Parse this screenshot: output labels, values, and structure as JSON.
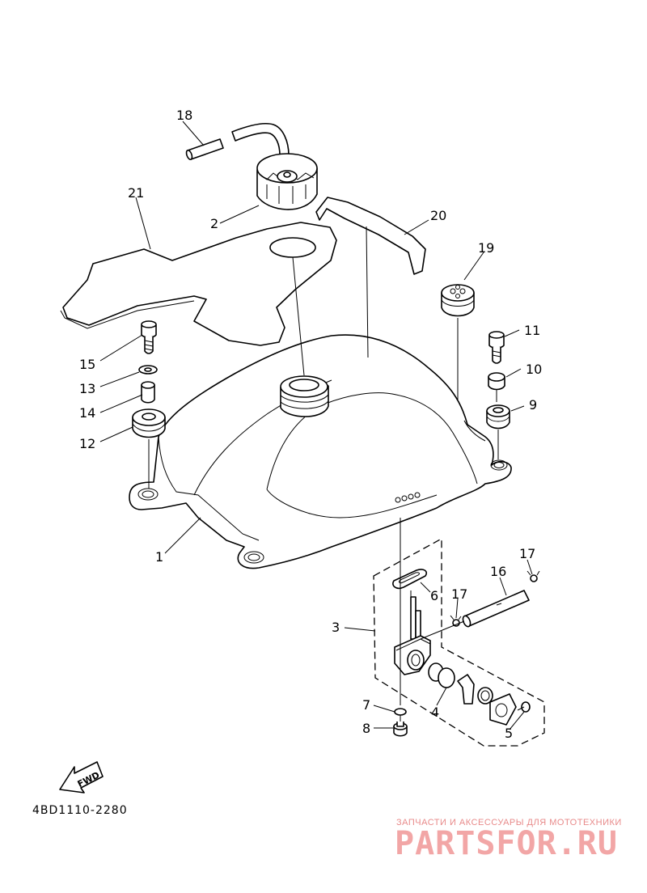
{
  "diagram": {
    "part_labels": {
      "p1": "1",
      "p2": "2",
      "p3": "3",
      "p4": "4",
      "p5": "5",
      "p6": "6",
      "p7": "7",
      "p8": "8",
      "p9": "9",
      "p10": "10",
      "p11": "11",
      "p12": "12",
      "p13": "13",
      "p14": "14",
      "p15": "15",
      "p16": "16",
      "p17a": "17",
      "p17b": "17",
      "p18": "18",
      "p19": "19",
      "p20": "20",
      "p21": "21"
    },
    "fwd_label": "FWD",
    "diagram_code": "4BD1110-2280"
  },
  "watermark": {
    "tagline": "ЗАПЧАСТИ И АКСЕССУАРЫ ДЛЯ МОТОТЕХНИКИ",
    "logo": "PARTSFOR.RU"
  }
}
